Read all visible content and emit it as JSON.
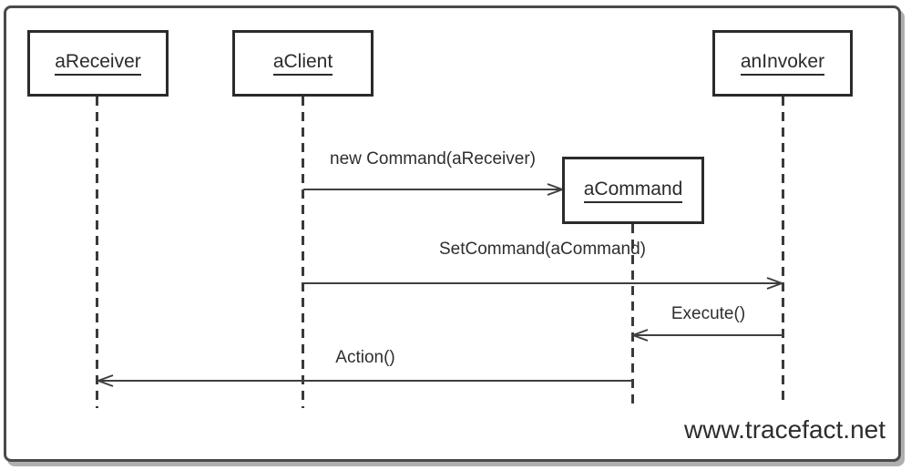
{
  "objects": [
    {
      "label": "aReceiver"
    },
    {
      "label": "aClient"
    },
    {
      "label": "anInvoker"
    },
    {
      "label": "aCommand"
    }
  ],
  "messages": [
    {
      "label": "new Command(aReceiver)",
      "from": "aClient",
      "to": "aCommand"
    },
    {
      "label": "SetCommand(aCommand)",
      "from": "aClient",
      "to": "anInvoker"
    },
    {
      "label": "Execute()",
      "from": "anInvoker",
      "to": "aCommand"
    },
    {
      "label": "Action()",
      "from": "aCommand",
      "to": "aReceiver"
    }
  ],
  "watermark": "www.tracefact.net"
}
